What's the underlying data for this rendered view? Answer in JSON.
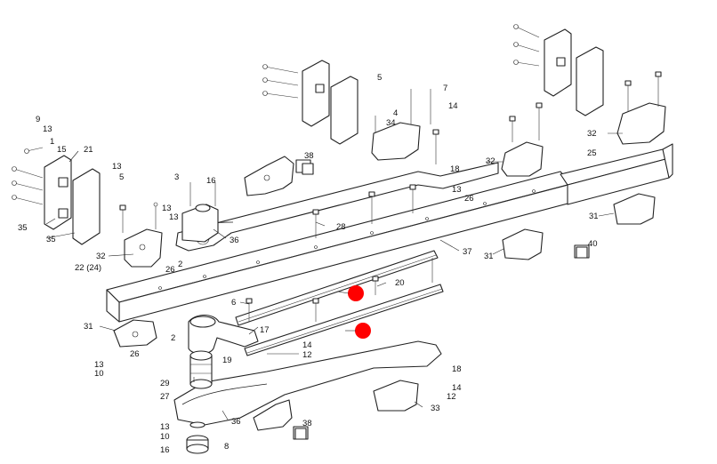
{
  "diagram": {
    "colors": {
      "line": "#222222",
      "marker": "#ff0000",
      "background": "#ffffff"
    },
    "labels": {
      "l1": "9",
      "l2": "13",
      "l3": "15",
      "l4": "1",
      "l5": "21",
      "l6": "13",
      "l7": "5",
      "l8": "35",
      "l9": "35",
      "l10": "3",
      "l11": "16",
      "l12": "13",
      "l13": "13",
      "l14": "36",
      "l15": "32",
      "l16": "22 (24)",
      "l17": "26",
      "l18": "2",
      "l19": "38",
      "l20": "28",
      "l21": "5",
      "l22": "4",
      "l23": "34",
      "l24": "7",
      "l25": "14",
      "l26": "18",
      "l27": "13",
      "l28": "26",
      "l29": "37",
      "l30": "32",
      "l31": "32",
      "l32": "25",
      "l33": "31",
      "l34": "40",
      "l35": "31",
      "l36": "20",
      "l37": "6",
      "l38": "31",
      "l39": "2",
      "l40": "26",
      "l41": "17",
      "l42": "14",
      "l43": "19",
      "l44": "12",
      "l45": "13",
      "l46": "10",
      "l47": "29",
      "l48": "27",
      "l49": "13",
      "l50": "10",
      "l51": "8",
      "l52": "16",
      "l53": "36",
      "l54": "38",
      "l55": "33",
      "l56": "12",
      "l57": "14",
      "l58": "18"
    }
  }
}
